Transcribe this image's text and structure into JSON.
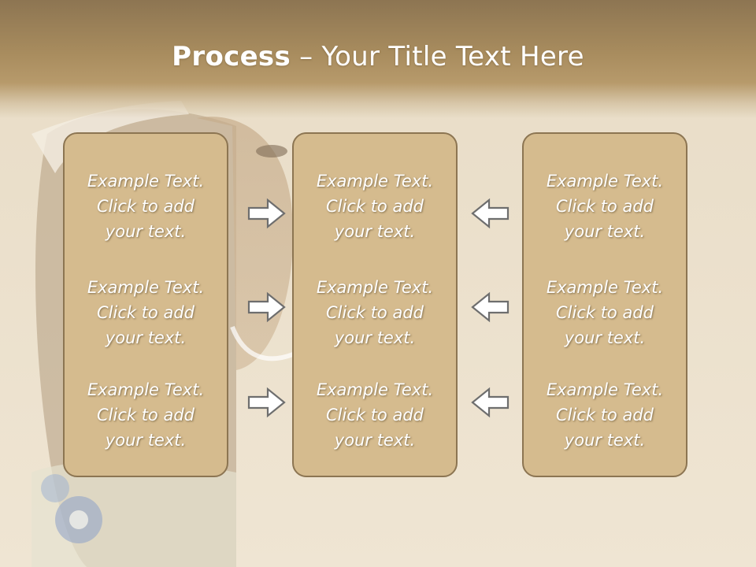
{
  "title": {
    "bold": "Process",
    "rest": " – Your Title Text Here"
  },
  "columns": [
    {
      "items": [
        [
          "Example Text.",
          "Click  to add",
          "your text."
        ],
        [
          "Example Text.",
          "Click  to add",
          "your text."
        ],
        [
          "Example Text.",
          "Click  to add",
          "your text."
        ]
      ]
    },
    {
      "items": [
        [
          "Example Text.",
          "Click  to add",
          "your text."
        ],
        [
          "Example Text.",
          "Click  to add",
          "your text."
        ],
        [
          "Example Text.",
          "Click  to add",
          "your text."
        ]
      ]
    },
    {
      "items": [
        [
          "Example Text.",
          "Click  to add",
          "your text."
        ],
        [
          "Example Text.",
          "Click  to add",
          "your text."
        ],
        [
          "Example Text.",
          "Click  to add",
          "your text."
        ]
      ]
    }
  ],
  "arrows": {
    "left_group": "right-arrow-icon",
    "right_group": "left-arrow-icon"
  },
  "colors": {
    "box_fill": "#d5bb8e",
    "box_border": "#8c7552",
    "title_bar": "#a88c5e",
    "arrow_fill": "#ffffff",
    "arrow_stroke": "#6e6e6e"
  }
}
